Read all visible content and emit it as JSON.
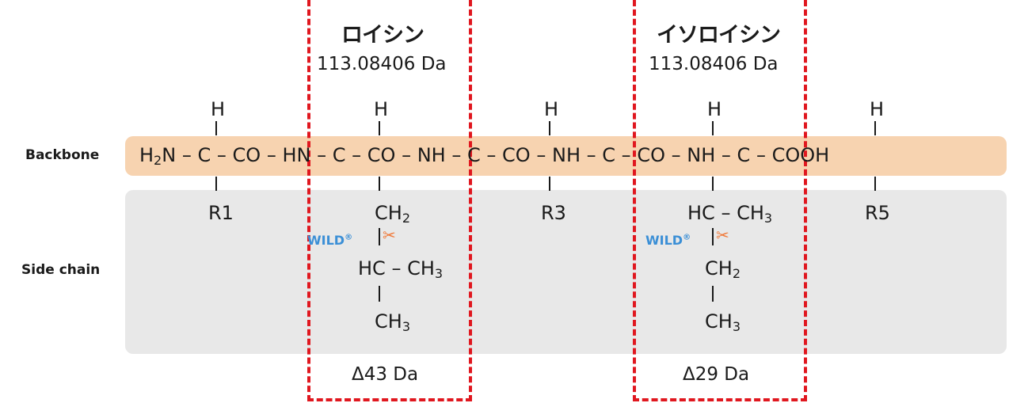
{
  "rows": {
    "backbone": "Backbone",
    "side_chain": "Side chain"
  },
  "boxes": [
    {
      "title": "ロイシン",
      "mass": "113.08406 Da",
      "delta": "Δ43 Da"
    },
    {
      "title": "イソロイシン",
      "mass": "113.08406 Da",
      "delta": "Δ29 Da"
    }
  ],
  "backbone": {
    "h": "H",
    "n_term": "H",
    "n_term_sub": "2",
    "n_term_rest": "N",
    "c": "C",
    "co": "CO",
    "hn": "HN",
    "nh": "NH",
    "cooh": "COOH",
    "dash": "–"
  },
  "side": {
    "r1": "R1",
    "r3": "R3",
    "r5": "R5",
    "ch": "CH",
    "ch_sub2": "2",
    "ch_sub3": "3",
    "hc": "HC",
    "dash": "–"
  },
  "wild": {
    "text": "WILD",
    "mark": "®",
    "icon": "scissors-icon"
  },
  "colors": {
    "backbone_band": "#f7d3b0",
    "side_band": "#e8e8e8",
    "dashed_box": "#e0171f",
    "wild_text": "#3b8fd6",
    "scissors": "#f07a3a"
  }
}
